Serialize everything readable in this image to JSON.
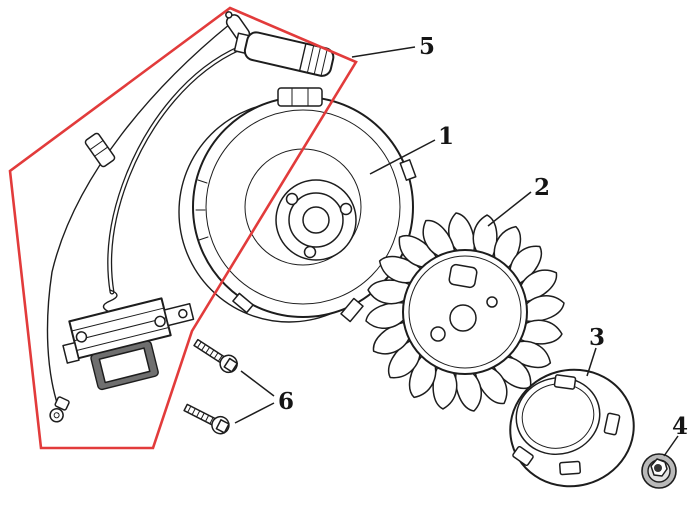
{
  "figure": {
    "background_color": "#ffffff",
    "line_color": "#1d1d1d",
    "highlight_color": "#e23b3b"
  },
  "callouts": [
    {
      "label": "1"
    },
    {
      "label": "2"
    },
    {
      "label": "3"
    },
    {
      "label": "4"
    },
    {
      "label": "5"
    },
    {
      "label": "6"
    }
  ]
}
